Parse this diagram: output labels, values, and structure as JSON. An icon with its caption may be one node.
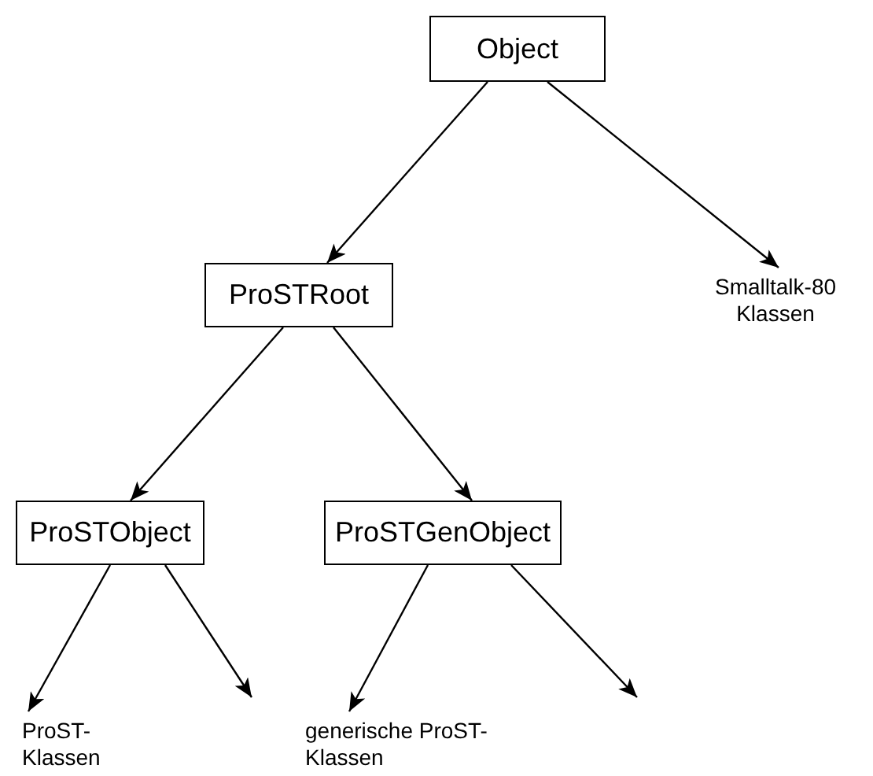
{
  "diagram": {
    "nodes": [
      {
        "text": [
          "Object"
        ]
      },
      {
        "text": [
          "ProSTRoot"
        ]
      },
      {
        "text": [
          "Smalltalk-80 Klassen"
        ]
      },
      {
        "text": [
          "ProSTObject"
        ]
      },
      {
        "text": [
          "ProSTGenObject"
        ]
      },
      {
        "text": [
          "ProST- Klassen"
        ]
      },
      {
        "text": [
          "generische ProST- Klassen"
        ]
      }
    ],
    "edges": [
      {
        "from": 0,
        "to": 1,
        "arrow": "to"
      },
      {
        "from": 0,
        "to": 2,
        "arrow": "to"
      },
      {
        "from": 1,
        "to": 3,
        "arrow": "to"
      },
      {
        "from": 1,
        "to": 4,
        "arrow": "to"
      },
      {
        "from": 3,
        "to": 5,
        "arrow": "to"
      },
      {
        "from": 3,
        "to": null,
        "arrow": "to"
      },
      {
        "from": 4,
        "to": 6,
        "arrow": "to"
      },
      {
        "from": 4,
        "to": null,
        "arrow": "to"
      }
    ]
  }
}
